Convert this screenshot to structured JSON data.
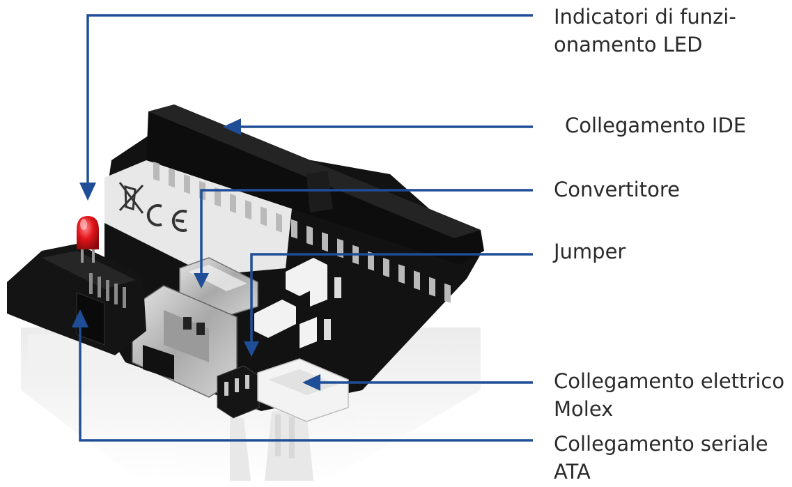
{
  "callouts": {
    "led": {
      "line1": "Indicatori di funzi-",
      "line2": "onamento LED"
    },
    "ide": {
      "line1": "Collegamento IDE"
    },
    "converter": {
      "line1": "Convertitore"
    },
    "jumper": {
      "line1": "Jumper"
    },
    "molex": {
      "line1": "Collegamento elettrico",
      "line2": "Molex"
    },
    "sata": {
      "line1": "Collegamento seriale",
      "line2": "ATA"
    }
  },
  "colors": {
    "callout_line": "#1f4e96",
    "text": "#2a2a2a",
    "pcb": "#121212",
    "led": "#e0141a"
  },
  "icons": {
    "weee": "crossed-out-bin-icon",
    "ce": "ce-mark-icon"
  }
}
